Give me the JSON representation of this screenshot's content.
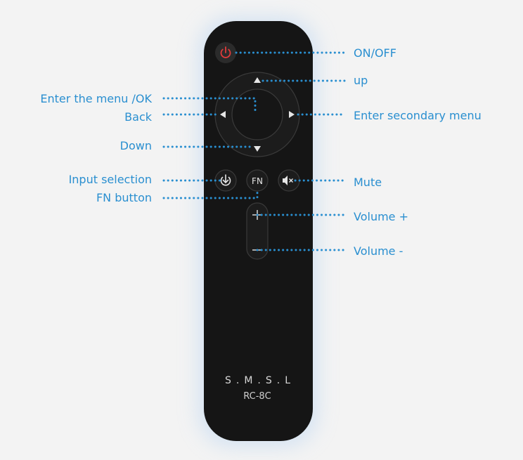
{
  "diagram": {
    "colors": {
      "label": "#2a8fd0",
      "dot": "#2a8fd0",
      "remote_body": "#151515",
      "power_icon": "#e23b3b",
      "background": "#f3f3f3"
    },
    "remote": {
      "brand": "S.M.S.L",
      "model": "RC-8C",
      "buttons": {
        "power": {
          "icon": "power-icon"
        },
        "up": {
          "icon": "triangle-up-icon"
        },
        "down": {
          "icon": "triangle-down-icon"
        },
        "left": {
          "icon": "triangle-left-icon"
        },
        "right": {
          "icon": "triangle-right-icon"
        },
        "input": {
          "icon": "input-arrow-icon"
        },
        "fn": {
          "text": "FN"
        },
        "mute": {
          "icon": "speaker-mute-icon"
        },
        "vol_plus": {
          "icon": "plus-icon"
        },
        "vol_minus": {
          "icon": "minus-icon"
        }
      }
    },
    "labels": {
      "on_off": "ON/OFF",
      "up": "up",
      "enter_menu_ok": "Enter the menu /OK",
      "back": "Back",
      "enter_secondary": "Enter secondary menu",
      "down": "Down",
      "input_selection": "Input selection",
      "fn_button": "FN button",
      "mute": "Mute",
      "volume_plus": "Volume +",
      "volume_minus": "Volume -"
    }
  }
}
